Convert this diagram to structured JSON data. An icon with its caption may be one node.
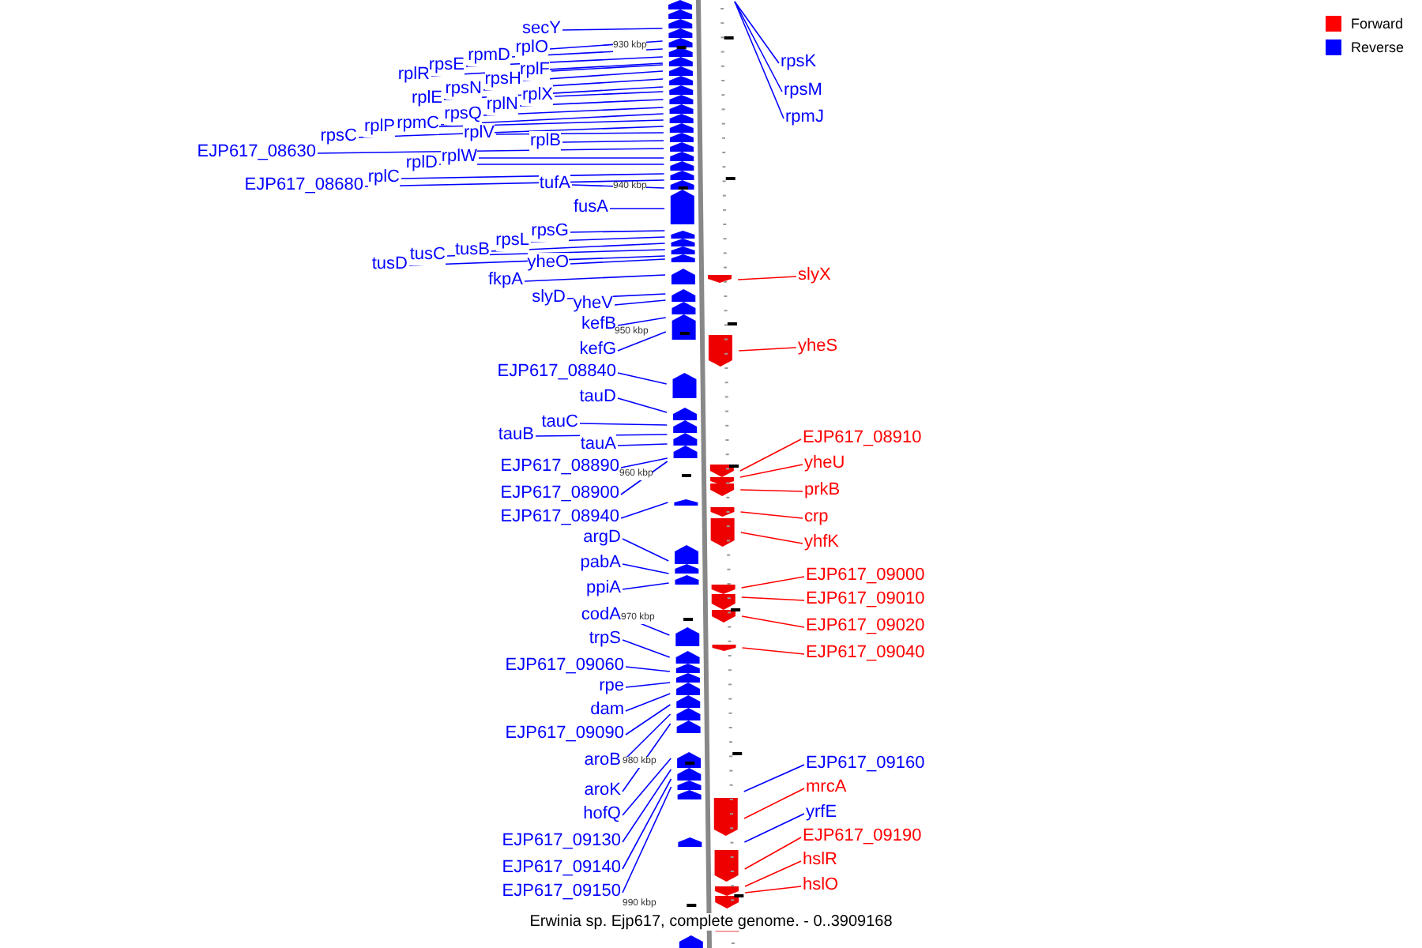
{
  "diagram": {
    "caption": "Erwinia sp. Ejp617, complete genome. - 0..3909168",
    "nodes": [
      {
        "text": [
          "secY"
        ]
      },
      {
        "text": [
          "rpmD"
        ]
      },
      {
        "text": [
          "rplO"
        ]
      },
      {
        "text": [
          "rplR"
        ]
      },
      {
        "text": [
          "rpsE"
        ]
      },
      {
        "text": [
          "rpsH"
        ]
      },
      {
        "text": [
          "rplF"
        ]
      },
      {
        "text": [
          "rpsN"
        ]
      },
      {
        "text": [
          "rplE"
        ]
      },
      {
        "text": [
          "rplX"
        ]
      },
      {
        "text": [
          "rplN"
        ]
      },
      {
        "text": [
          "rpsQ"
        ]
      },
      {
        "text": [
          "rpmC"
        ]
      },
      {
        "text": [
          "rplP"
        ]
      },
      {
        "text": [
          "rpsC"
        ]
      },
      {
        "text": [
          "rplV"
        ]
      },
      {
        "text": [
          "rplB"
        ]
      },
      {
        "text": [
          "EJP617_08630"
        ]
      },
      {
        "text": [
          "rplW"
        ]
      },
      {
        "text": [
          "rplD"
        ]
      },
      {
        "text": [
          "rplC"
        ]
      },
      {
        "text": [
          "EJP617_08680"
        ]
      },
      {
        "text": [
          "tufA"
        ]
      },
      {
        "text": [
          "fusA"
        ]
      },
      {
        "text": [
          "rpsG"
        ]
      },
      {
        "text": [
          "rpsL"
        ]
      },
      {
        "text": [
          "tusB"
        ]
      },
      {
        "text": [
          "tusC"
        ]
      },
      {
        "text": [
          "yheO"
        ]
      },
      {
        "text": [
          "tusD"
        ]
      },
      {
        "text": [
          "fkpA"
        ]
      },
      {
        "text": [
          "slyD"
        ]
      },
      {
        "text": [
          "yheV"
        ]
      },
      {
        "text": [
          "kefB"
        ]
      },
      {
        "text": [
          "kefG"
        ]
      },
      {
        "text": [
          "EJP617_08840"
        ]
      },
      {
        "text": [
          "tauD"
        ]
      },
      {
        "text": [
          "tauC"
        ]
      },
      {
        "text": [
          "tauB"
        ]
      },
      {
        "text": [
          "tauA"
        ]
      },
      {
        "text": [
          "EJP617_08890"
        ]
      },
      {
        "text": [
          "EJP617_08900"
        ]
      },
      {
        "text": [
          "EJP617_08940"
        ]
      },
      {
        "text": [
          "argD"
        ]
      },
      {
        "text": [
          "pabA"
        ]
      },
      {
        "text": [
          "ppiA"
        ]
      },
      {
        "text": [
          "codA"
        ]
      },
      {
        "text": [
          "trpS"
        ]
      },
      {
        "text": [
          "EJP617_09060"
        ]
      },
      {
        "text": [
          "rpe"
        ]
      },
      {
        "text": [
          "dam"
        ]
      },
      {
        "text": [
          "EJP617_09090"
        ]
      },
      {
        "text": [
          "aroB"
        ]
      },
      {
        "text": [
          "aroK"
        ]
      },
      {
        "text": [
          "hofQ"
        ]
      },
      {
        "text": [
          "EJP617_09130"
        ]
      },
      {
        "text": [
          "EJP617_09140"
        ]
      },
      {
        "text": [
          "EJP617_09150"
        ]
      },
      {
        "text": [
          "rpsK"
        ]
      },
      {
        "text": [
          "rpsM"
        ]
      },
      {
        "text": [
          "rpmJ"
        ]
      },
      {
        "text": [
          "slyX"
        ]
      },
      {
        "text": [
          "yheS"
        ]
      },
      {
        "text": [
          "EJP617_08910"
        ]
      },
      {
        "text": [
          "yheU"
        ]
      },
      {
        "text": [
          "prkB"
        ]
      },
      {
        "text": [
          "crp"
        ]
      },
      {
        "text": [
          "yhfK"
        ]
      },
      {
        "text": [
          "EJP617_09000"
        ]
      },
      {
        "text": [
          "EJP617_09010"
        ]
      },
      {
        "text": [
          "EJP617_09020"
        ]
      },
      {
        "text": [
          "EJP617_09040"
        ]
      },
      {
        "text": [
          "EJP617_09160"
        ]
      },
      {
        "text": [
          "mrcA"
        ]
      },
      {
        "text": [
          "yrfE"
        ]
      },
      {
        "text": [
          "EJP617_09190"
        ]
      },
      {
        "text": [
          "hslR"
        ]
      },
      {
        "text": [
          "hslO"
        ]
      }
    ],
    "edges": [
      {
        "from": 0,
        "to": null,
        "arrow": "none"
      },
      {
        "from": 1,
        "to": null,
        "arrow": "none"
      },
      {
        "from": 2,
        "to": null,
        "arrow": "none"
      },
      {
        "from": 3,
        "to": null,
        "arrow": "none"
      },
      {
        "from": 4,
        "to": null,
        "arrow": "none"
      },
      {
        "from": 5,
        "to": null,
        "arrow": "none"
      },
      {
        "from": 6,
        "to": null,
        "arrow": "none"
      },
      {
        "from": 7,
        "to": null,
        "arrow": "none"
      },
      {
        "from": 8,
        "to": null,
        "arrow": "none"
      },
      {
        "from": 9,
        "to": null,
        "arrow": "none"
      },
      {
        "from": 10,
        "to": null,
        "arrow": "none"
      },
      {
        "from": 11,
        "to": null,
        "arrow": "none"
      },
      {
        "from": 12,
        "to": null,
        "arrow": "none"
      },
      {
        "from": 13,
        "to": null,
        "arrow": "none"
      },
      {
        "from": 14,
        "to": null,
        "arrow": "none"
      },
      {
        "from": 15,
        "to": null,
        "arrow": "none"
      },
      {
        "from": 16,
        "to": null,
        "arrow": "none"
      },
      {
        "from": 17,
        "to": null,
        "arrow": "none"
      },
      {
        "from": 18,
        "to": null,
        "arrow": "none"
      },
      {
        "from": 19,
        "to": null,
        "arrow": "none"
      },
      {
        "from": 20,
        "to": null,
        "arrow": "none"
      },
      {
        "from": 21,
        "to": null,
        "arrow": "none"
      },
      {
        "from": 22,
        "to": null,
        "arrow": "none"
      },
      {
        "from": 23,
        "to": null,
        "arrow": "none"
      },
      {
        "from": 24,
        "to": null,
        "arrow": "none"
      },
      {
        "from": 25,
        "to": null,
        "arrow": "none"
      },
      {
        "from": 26,
        "to": null,
        "arrow": "none"
      },
      {
        "from": 27,
        "to": null,
        "arrow": "none"
      },
      {
        "from": 28,
        "to": null,
        "arrow": "none"
      },
      {
        "from": 29,
        "to": null,
        "arrow": "none"
      },
      {
        "from": 30,
        "to": null,
        "arrow": "none"
      },
      {
        "from": 31,
        "to": null,
        "arrow": "none"
      },
      {
        "from": 32,
        "to": null,
        "arrow": "none"
      },
      {
        "from": 33,
        "to": null,
        "arrow": "none"
      },
      {
        "from": 34,
        "to": null,
        "arrow": "none"
      },
      {
        "from": 35,
        "to": null,
        "arrow": "none"
      },
      {
        "from": 36,
        "to": null,
        "arrow": "none"
      },
      {
        "from": 37,
        "to": null,
        "arrow": "none"
      },
      {
        "from": 38,
        "to": null,
        "arrow": "none"
      },
      {
        "from": 39,
        "to": null,
        "arrow": "none"
      },
      {
        "from": 40,
        "to": null,
        "arrow": "none"
      },
      {
        "from": 41,
        "to": null,
        "arrow": "none"
      },
      {
        "from": 42,
        "to": null,
        "arrow": "none"
      },
      {
        "from": 43,
        "to": null,
        "arrow": "none"
      },
      {
        "from": 44,
        "to": null,
        "arrow": "none"
      },
      {
        "from": 45,
        "to": null,
        "arrow": "none"
      },
      {
        "from": 46,
        "to": null,
        "arrow": "none"
      },
      {
        "from": 47,
        "to": null,
        "arrow": "none"
      },
      {
        "from": 48,
        "to": null,
        "arrow": "none"
      },
      {
        "from": 49,
        "to": null,
        "arrow": "none"
      },
      {
        "from": 50,
        "to": null,
        "arrow": "none"
      },
      {
        "from": 51,
        "to": null,
        "arrow": "none"
      },
      {
        "from": 52,
        "to": null,
        "arrow": "none"
      },
      {
        "from": 53,
        "to": null,
        "arrow": "none"
      },
      {
        "from": 54,
        "to": null,
        "arrow": "none"
      },
      {
        "from": 55,
        "to": null,
        "arrow": "none"
      },
      {
        "from": 56,
        "to": null,
        "arrow": "none"
      },
      {
        "from": 57,
        "to": null,
        "arrow": "none"
      },
      {
        "from": 58,
        "to": null,
        "arrow": "none"
      },
      {
        "from": 59,
        "to": null,
        "arrow": "none"
      },
      {
        "from": 60,
        "to": null,
        "arrow": "none"
      },
      {
        "from": 61,
        "to": null,
        "arrow": "none",
        "color": "#ff0000"
      },
      {
        "from": 62,
        "to": null,
        "arrow": "none",
        "color": "#ff0000"
      },
      {
        "from": 63,
        "to": null,
        "arrow": "none",
        "color": "#ff0000"
      },
      {
        "from": 64,
        "to": null,
        "arrow": "none",
        "color": "#ff0000"
      },
      {
        "from": 65,
        "to": null,
        "arrow": "none",
        "color": "#ff0000"
      },
      {
        "from": 66,
        "to": null,
        "arrow": "none",
        "color": "#ff0000"
      },
      {
        "from": 67,
        "to": null,
        "arrow": "none",
        "color": "#ff0000"
      },
      {
        "from": 68,
        "to": null,
        "arrow": "none",
        "color": "#ff0000"
      },
      {
        "from": 69,
        "to": null,
        "arrow": "none",
        "color": "#ff0000"
      },
      {
        "from": 70,
        "to": null,
        "arrow": "none",
        "color": "#ff0000"
      },
      {
        "from": 71,
        "to": null,
        "arrow": "none",
        "color": "#ff0000"
      },
      {
        "from": 72,
        "to": null,
        "arrow": "none"
      },
      {
        "from": 73,
        "to": null,
        "arrow": "none",
        "color": "#ff0000"
      },
      {
        "from": 74,
        "to": null,
        "arrow": "none"
      },
      {
        "from": 75,
        "to": null,
        "arrow": "none",
        "color": "#ff0000"
      },
      {
        "from": 76,
        "to": null,
        "arrow": "none",
        "color": "#ff0000"
      },
      {
        "from": 77,
        "to": null,
        "arrow": "none",
        "color": "#ff0000"
      }
    ],
    "labels": [
      "930 kbp",
      "940 kbp",
      "950 kbp",
      "960 kbp",
      "970 kbp",
      "980 kbp",
      "990 kbp"
    ],
    "legend": [
      {
        "text": "Forward",
        "color": "#ff0000"
      },
      {
        "text": "Reverse",
        "color": "#0000ff"
      }
    ]
  }
}
